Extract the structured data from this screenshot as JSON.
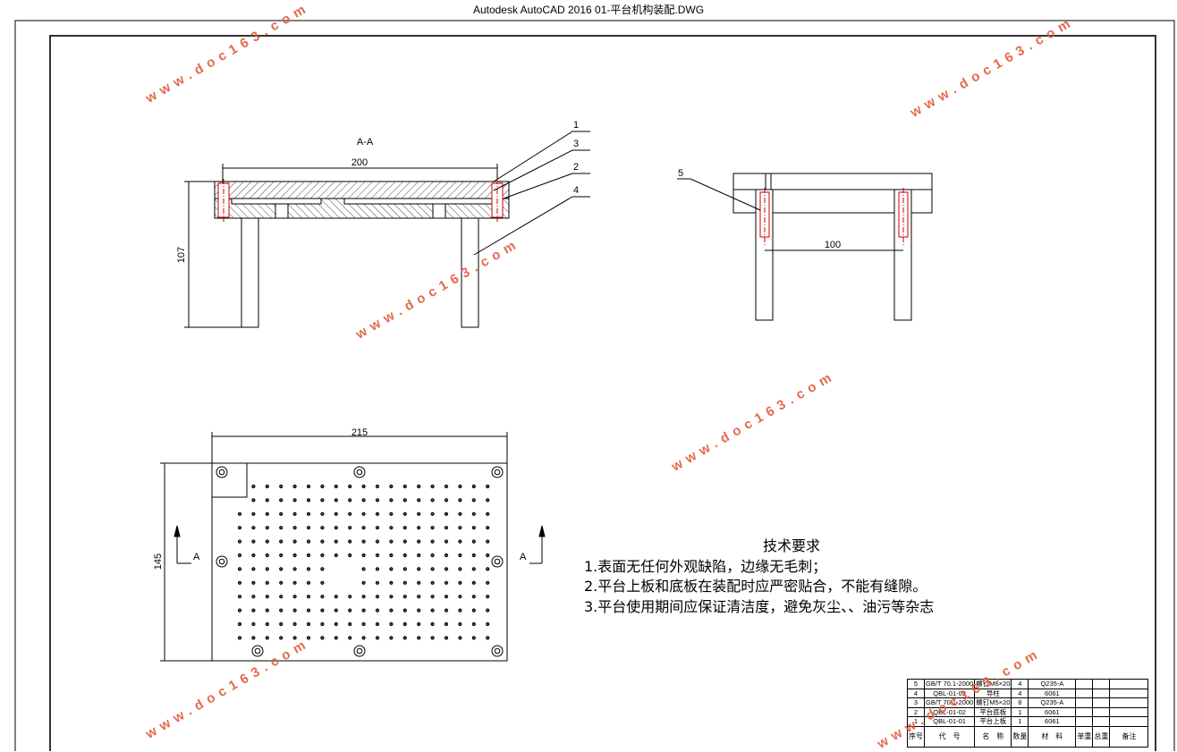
{
  "window": {
    "title": "Autodesk AutoCAD 2016    01-平台机构装配.DWG"
  },
  "views": {
    "section_label": "A-A",
    "section_marker": "A",
    "dimensions": {
      "top_width": "200",
      "height": "107",
      "span": "100",
      "plan_width": "215",
      "plan_height": "145"
    },
    "balloons": [
      "1",
      "3",
      "2",
      "4",
      "5"
    ]
  },
  "tech_requirements": {
    "title": "技术要求",
    "items": [
      "1.表面无任何外观缺陷，边缘无毛刺；",
      "2.平台上板和底板在装配时应严密贴合，不能有缝隙。",
      "3.平台使用期间应保证清洁度，避免灰尘、、油污等杂志"
    ]
  },
  "bom": {
    "rows": [
      [
        "5",
        "GB/T 70.1-2000",
        "螺钉M6×20",
        "4",
        "Q235-A"
      ],
      [
        "4",
        "QBL-01-03",
        "导柱",
        "4",
        "6061"
      ],
      [
        "3",
        "GB/T 70.1-2000",
        "螺钉M5×20",
        "8",
        "Q235-A"
      ],
      [
        "2",
        "QBL-01-02",
        "平台底板",
        "1",
        "6061"
      ],
      [
        "1",
        "QBL-01-01",
        "平台上板",
        "1",
        "6061"
      ]
    ],
    "header": [
      "序号",
      "代　号",
      "名　称",
      "数量",
      "材　料",
      "单重",
      "总重",
      "备注"
    ]
  },
  "watermark": "www.doc163.com",
  "colors": {
    "watermark": "#e05a3a",
    "hidden_line": "#cc0000",
    "line": "#000000"
  }
}
